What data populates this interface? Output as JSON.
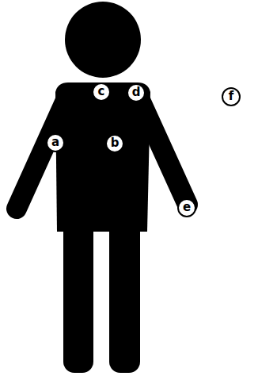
{
  "diagram": {
    "labels": [
      "a",
      "b",
      "c",
      "d",
      "e",
      "f"
    ]
  }
}
